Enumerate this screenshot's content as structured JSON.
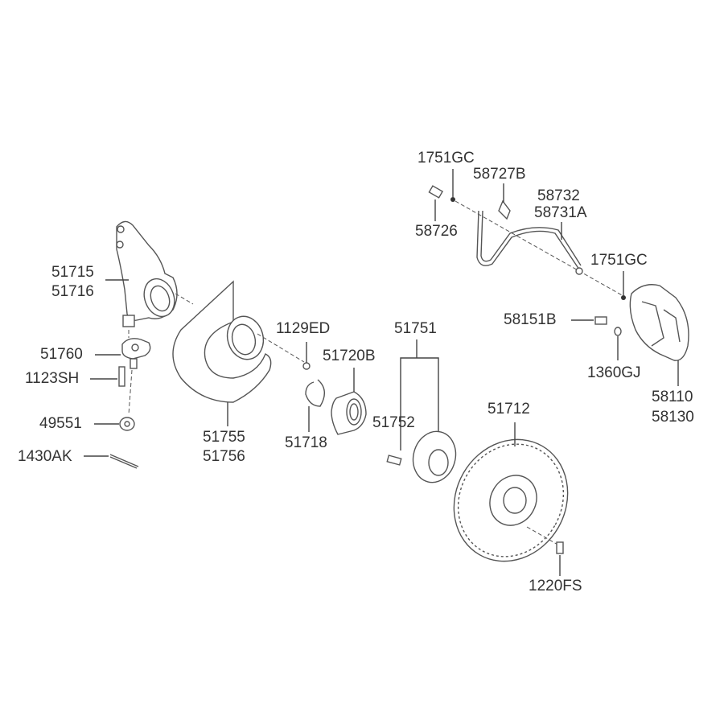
{
  "diagram": {
    "title": "Front axle / brake assembly parts diagram",
    "labels": {
      "p1751gc_top": "1751GC",
      "p58727b": "58727B",
      "p58732": "58732",
      "p58731a": "58731A",
      "p58726": "58726",
      "p1751gc_right": "1751GC",
      "p58151b": "58151B",
      "p1360gj": "1360GJ",
      "p58110": "58110",
      "p58130": "58130",
      "p51715": "51715",
      "p51716": "51716",
      "p51760": "51760",
      "p1123sh": "1123SH",
      "p49551": "49551",
      "p1430ak": "1430AK",
      "p51755": "51755",
      "p51756": "51756",
      "p1129ed": "1129ED",
      "p51720b": "51720B",
      "p51718": "51718",
      "p51751": "51751",
      "p51752": "51752",
      "p51712": "51712",
      "p1220fs": "1220FS"
    }
  }
}
